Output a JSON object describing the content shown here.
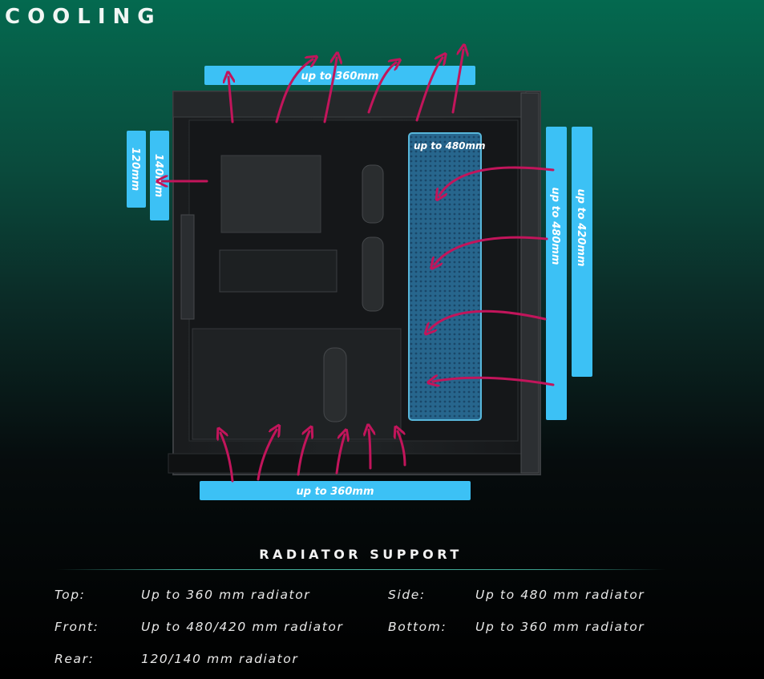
{
  "title": "COOLING",
  "diagram": {
    "top_label": "up to 360mm",
    "bottom_label": "up to 360mm",
    "rear_label_outer": "120mm",
    "rear_label_inner": "140mm",
    "side_label": "up to 480mm",
    "front_label_inner": "up to 480mm",
    "front_label_outer": "up to 420mm",
    "accent_color": "#3cc1f5",
    "airflow_color": "#c2155b"
  },
  "radiator_support": {
    "heading": "RADIATOR SUPPORT",
    "rows": [
      {
        "key": "Top:",
        "value": "Up to 360 mm radiator"
      },
      {
        "key": "Front:",
        "value": "Up to 480/420 mm radiator"
      },
      {
        "key": "Rear:",
        "value": "120/140 mm radiator"
      },
      {
        "key": "Side:",
        "value": "Up to 480 mm radiator"
      },
      {
        "key": "Bottom:",
        "value": "Up to 360 mm radiator"
      }
    ]
  }
}
